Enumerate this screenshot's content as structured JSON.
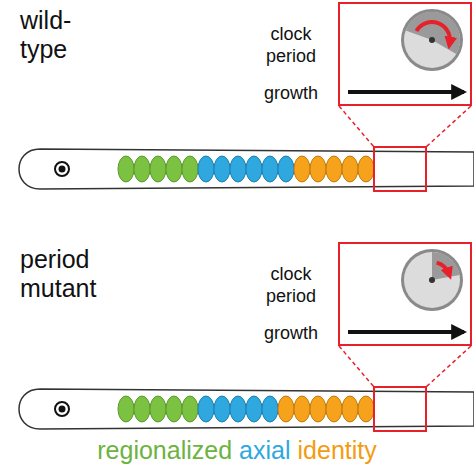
{
  "diagram": {
    "nodes": [
      {
        "text": [
          "clock period",
          "growth"
        ]
      },
      {
        "text": [
          "clock period",
          "growth"
        ]
      }
    ],
    "edges": [],
    "labels": [
      "wild-type",
      "period mutant",
      "regionalized",
      "axial",
      "identity"
    ]
  }
}
